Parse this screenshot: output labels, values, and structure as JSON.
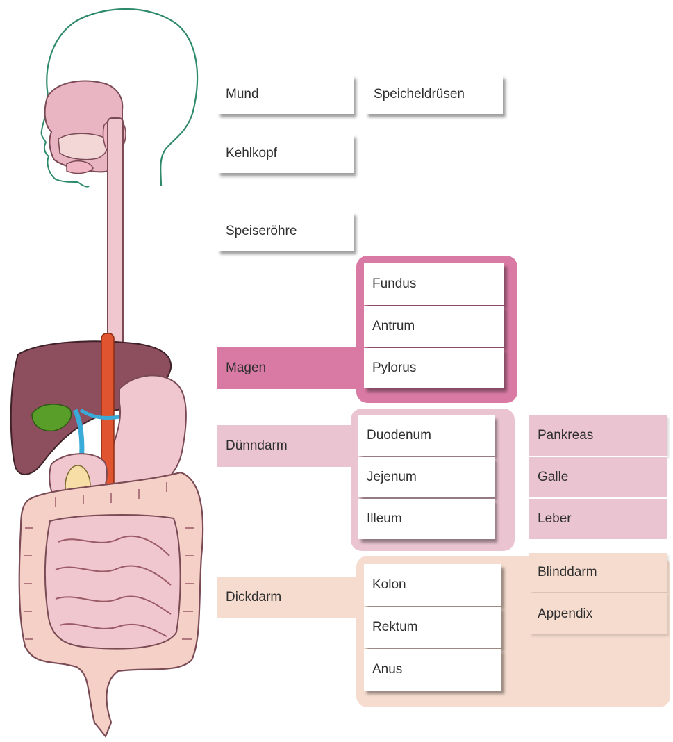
{
  "labels": {
    "mund": "Mund",
    "speicheldruesen": "Speicheldrüsen",
    "kehlkopf": "Kehlkopf",
    "speiseroehre": "Speiseröhre",
    "magen": "Magen",
    "fundus": "Fundus",
    "antrum": "Antrum",
    "pylorus": "Pylorus",
    "duenndarm": "Dünndarm",
    "duodenum": "Duodenum",
    "jejenum": "Jejenum",
    "illeum": "Illeum",
    "pankreas": "Pankreas",
    "galle": "Galle",
    "leber": "Leber",
    "dickdarm": "Dickdarm",
    "kolon": "Kolon",
    "rektum": "Rektum",
    "anus": "Anus",
    "blinddarm": "Blinddarm",
    "appendix": "Appendix"
  },
  "colors": {
    "magen": "#d97aa4",
    "duenndarm": "#ebc4d2",
    "dickdarm": "#f6dccf",
    "organ_pink": "#f0c6cf",
    "liver": "#8d4e5d",
    "gallbladder": "#5a9e2a",
    "artery": "#e0552f",
    "vein": "#3aaad8",
    "head_outline": "#2e8a6a"
  }
}
